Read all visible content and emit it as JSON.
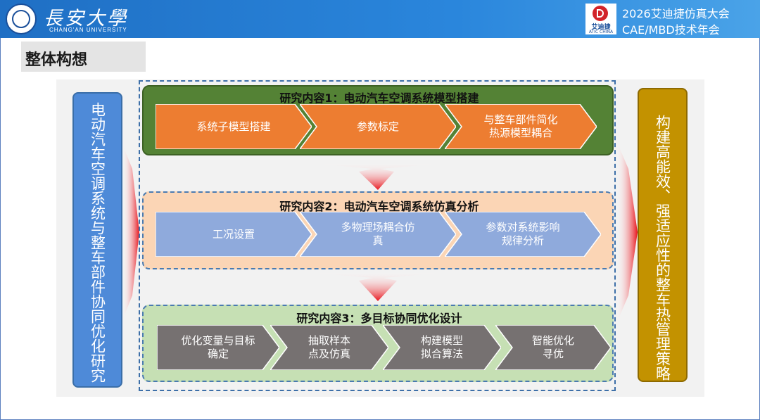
{
  "header": {
    "university_name": "長安大學",
    "university_en": "CHANG'AN UNIVERSITY",
    "conf_logo_cn": "艾迪捷",
    "conf_logo_en": "ATIC CHINA",
    "conf_line1": "2026艾迪捷仿真大会",
    "conf_line2": "CAE/MBD技术年会"
  },
  "page_title": "整体构想",
  "left_label": "电动汽车空调系统与整车部件协同优化研究",
  "right_label": "构建高能效、强适应性的整车热管理策略",
  "rows": [
    {
      "title": "研究内容1：电动汽车空调系统模型搭建",
      "steps": [
        {
          "line1": "系统子模型搭建",
          "line2": ""
        },
        {
          "line1": "参数标定",
          "line2": ""
        },
        {
          "line1": "与整车部件简化",
          "line2": "热源模型耦合"
        }
      ]
    },
    {
      "title": "研究内容2：电动汽车空调系统仿真分析",
      "steps": [
        {
          "line1": "工况设置",
          "line2": ""
        },
        {
          "line1": "多物理场耦合仿",
          "line2": "真"
        },
        {
          "line1": "参数对系统影响",
          "line2": "规律分析"
        }
      ]
    },
    {
      "title": "研究内容3：多目标协同优化设计",
      "steps": [
        {
          "line1": "优化变量与目标",
          "line2": "确定"
        },
        {
          "line1": "抽取样本",
          "line2": "点及仿真"
        },
        {
          "line1": "构建模型",
          "line2": "拟合算法"
        },
        {
          "line1": "智能优化",
          "line2": "寻优"
        }
      ]
    }
  ],
  "colors": {
    "row1_fill": "#548235",
    "row1_chevron": "#ed7d31",
    "row2_fill": "#fbd5b5",
    "row2_chevron": "#8faadc",
    "row3_fill": "#c6e0b4",
    "row3_chevron": "#767171",
    "left_bar": "#4e8ad8",
    "right_bar": "#c39200",
    "flow_arrow": "#e8141c"
  }
}
